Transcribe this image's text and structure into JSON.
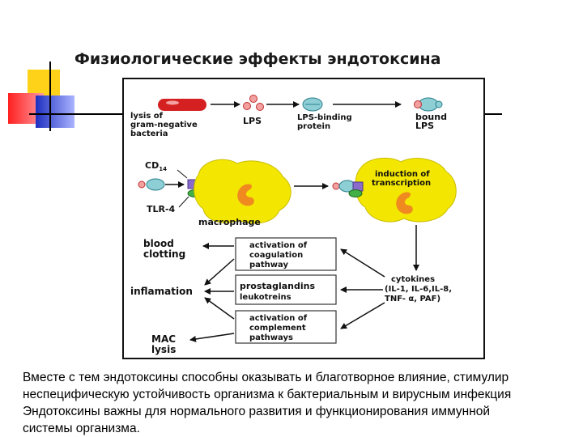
{
  "slide": {
    "title": "Физиологические эффекты эндотоксина",
    "caption_lines": [
      "Вместе с тем эндотоксины способны оказывать и благотворное влияние, стимулир",
      "неспецифическую устойчивость организма к бактериальным и вирусным инфекция",
      "Эндотоксины важны для нормального развития и функционирования иммунной",
      "системы организма."
    ]
  },
  "diagram": {
    "lysis_lines": [
      "lysis of",
      "gram-negative",
      "bacteria"
    ],
    "lps": "LPS",
    "lps_binding_lines": [
      "LPS-binding",
      "protein"
    ],
    "bound_lps_lines": [
      "bound",
      "LPS"
    ],
    "cd14": "CD",
    "cd14_sub": "14",
    "tlr4": "TLR-4",
    "macrophage": "macrophage",
    "induction_lines": [
      "induction of",
      "transcription"
    ],
    "blood_clotting_lines": [
      "blood",
      "clotting"
    ],
    "inflamation": "inflamation",
    "mac_lysis_lines": [
      "MAC",
      "lysis"
    ],
    "coagulation_lines": [
      "activation of",
      "coagulation",
      "pathway"
    ],
    "prostaglandins_lines": [
      "prostaglandins",
      "leukotreins"
    ],
    "complement_lines": [
      "activation of",
      "complement",
      "pathways"
    ],
    "cytokines_lines": [
      "cytokines",
      "(IL-1, IL-6,IL-8,",
      "TNF- α, PAF)"
    ]
  },
  "colors": {
    "bacterium": "#d42020",
    "lps_dot": "#f3a0a0",
    "protein": "#8ecfd6",
    "macrophage": "#f3e600",
    "nucleus": "#f08a20",
    "receptor": "#8a6bc9",
    "tlr": "#43b047",
    "deco_yellow": "#ffd21a",
    "deco_red": "#ff2020",
    "deco_blue": "#2436c8"
  }
}
